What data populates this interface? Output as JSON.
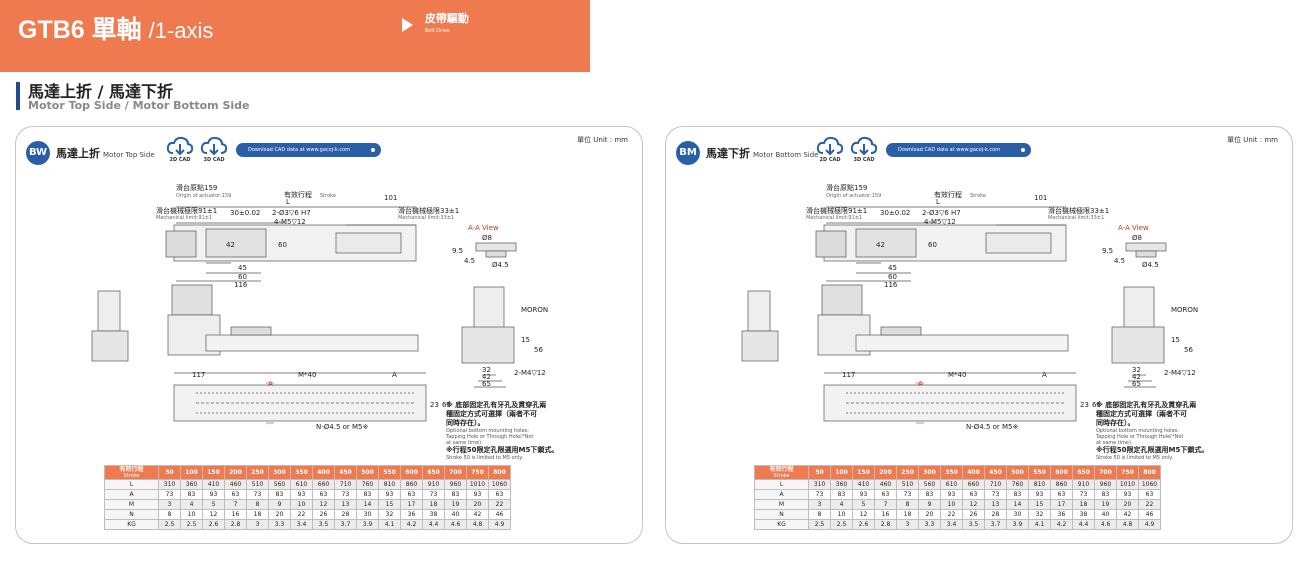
{
  "header": {
    "title_main": "GTB6 單軸",
    "title_sub": "/1-axis",
    "drive_zh": "皮帶驅動",
    "drive_en": "Belt Drive"
  },
  "section": {
    "title_zh": "馬達上折 / 馬達下折",
    "title_en": "Motor Top Side / Motor Bottom Side"
  },
  "common": {
    "unit": "單位 Unit : mm",
    "cad_2d": "2D CAD",
    "cad_3d": "3D CAD",
    "download": "Download CAD data at  www.gacoj-k.com",
    "note": {
      "zh1": "※ 底部固定孔有牙孔及貫穿孔兩",
      "zh2": "種固定方式可選擇（兩者不可",
      "zh3": "同時存在）。",
      "en1": "Optional bottom mounting holes:",
      "en2": "Tapping Hole or Through Hole(*Not",
      "en3": "at same time).",
      "m5_zh": "※行程50限定孔限選用M5下鎖式。",
      "m5_en": "Stroke 50 is limited to M5 only."
    }
  },
  "drawing_labels": {
    "L": "L",
    "origin_zh": "滑台原點159",
    "origin_en": "Origin of actuator:159",
    "stroke_zh": "有效行程",
    "stroke_en": "Stroke",
    "d101": "101",
    "mech_left_zh": "滑台機械極限91±1",
    "mech_left_en": "Mechanical limit:91±1",
    "mech_right_zh": "滑台機械極限33±1",
    "mech_right_en": "Mechanical limit:33±1",
    "d30": "30±0.02",
    "hole_h7": "2-Ø3▽6 H7",
    "m5": "4-M5▽12",
    "d42": "42",
    "d60v": "60",
    "d45": "45",
    "d60": "60",
    "d116": "116",
    "aa_view": "A-A View",
    "phi8": "Ø8",
    "d95": "9.5",
    "d45v": "4.5",
    "phi45": "Ø4.5",
    "moron": "MORON",
    "d15": "15",
    "d56": "56",
    "d32": "32",
    "d42b": "42",
    "d65": "65",
    "m4": "2-M4▽12",
    "d117": "117",
    "m40": "M*40",
    "A": "A",
    "A_mark": "A",
    "d23": "23",
    "d65v": "65",
    "n_holes": "N-Ø4.5 or M5※"
  },
  "spec_table": {
    "stroke_zh": "有效行程",
    "stroke_en": "Stroke",
    "strokes": [
      "50",
      "100",
      "150",
      "200",
      "250",
      "300",
      "350",
      "400",
      "450",
      "500",
      "550",
      "600",
      "650",
      "700",
      "750",
      "800"
    ],
    "rows": [
      {
        "label": "L",
        "values": [
          "310",
          "360",
          "410",
          "460",
          "510",
          "560",
          "610",
          "660",
          "710",
          "760",
          "810",
          "860",
          "910",
          "960",
          "1010",
          "1060"
        ]
      },
      {
        "label": "A",
        "values": [
          "73",
          "83",
          "93",
          "63",
          "73",
          "83",
          "93",
          "63",
          "73",
          "83",
          "93",
          "63",
          "73",
          "83",
          "93",
          "63"
        ]
      },
      {
        "label": "M",
        "values": [
          "3",
          "4",
          "5",
          "7",
          "8",
          "9",
          "10",
          "12",
          "13",
          "14",
          "15",
          "17",
          "18",
          "19",
          "20",
          "22"
        ]
      },
      {
        "label": "N",
        "values": [
          "8",
          "10",
          "12",
          "16",
          "18",
          "20",
          "22",
          "26",
          "28",
          "30",
          "32",
          "36",
          "38",
          "40",
          "42",
          "46"
        ]
      },
      {
        "label": "KG",
        "values": [
          "2.5",
          "2.5",
          "2.6",
          "2.8",
          "3",
          "3.3",
          "3.4",
          "3.5",
          "3.7",
          "3.9",
          "4.1",
          "4.2",
          "4.4",
          "4.6",
          "4.8",
          "4.9"
        ]
      }
    ]
  },
  "panels": {
    "left": {
      "badge": "BW",
      "title_zh": "馬達上折",
      "title_en": "Motor Top Side"
    },
    "right": {
      "badge": "BM",
      "title_zh": "馬達下折",
      "title_en": "Motor Bottom Side"
    }
  }
}
